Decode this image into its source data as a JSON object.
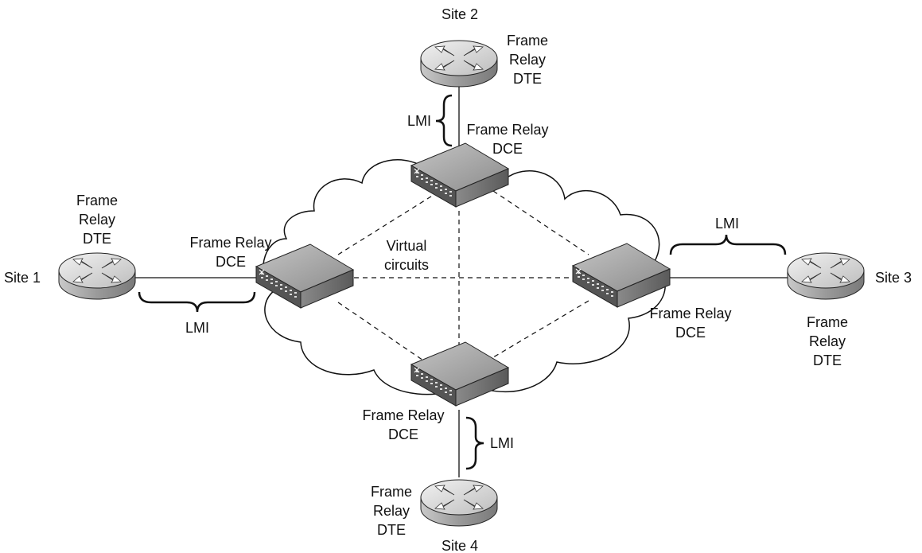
{
  "sites": {
    "site1": "Site 1",
    "site2": "Site 2",
    "site3": "Site 3",
    "site4": "Site 4"
  },
  "dte_label": [
    "Frame",
    "Relay",
    "DTE"
  ],
  "dce_label": [
    "Frame Relay",
    "DCE"
  ],
  "lmi_label": "LMI",
  "virtual_circuits_label": [
    "Virtual",
    "circuits"
  ],
  "colors": {
    "line": "#111111",
    "cloud_fill": "#ffffff",
    "router_top": "#d9d9d9",
    "router_side": "#a8a8a8",
    "switch_top": "#9a9a9a",
    "switch_front": "#5e5e5e"
  },
  "icons": {
    "router": "router-icon",
    "switch": "frame-relay-switch-icon",
    "cloud": "cloud-shape"
  }
}
